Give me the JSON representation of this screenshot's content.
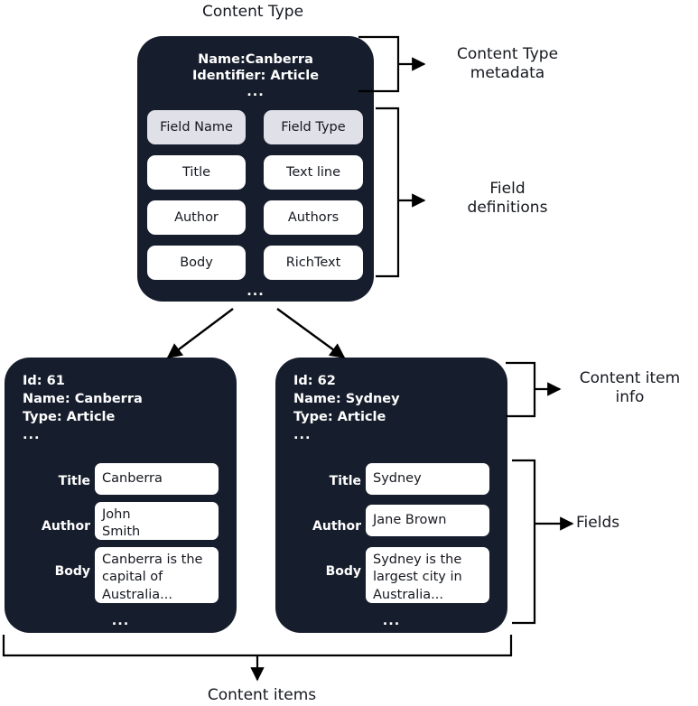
{
  "colors": {
    "card_bg": "#161d2c",
    "page_bg": "#ffffff",
    "header_box_bg": "#e0e1e8",
    "value_box_bg": "#ffffff",
    "text_dark": "#15181f",
    "text_light": "#ffffff",
    "stroke": "#000000"
  },
  "titles": {
    "top": "Content Type",
    "bottom": "Content items"
  },
  "content_type": {
    "metadata": {
      "name_line": "Name:Canberra",
      "identifier_line": "Identifier: Article",
      "ellipsis": "..."
    },
    "table": {
      "headers": [
        "Field Name",
        "Field Type"
      ],
      "rows": [
        [
          "Title",
          "Text line"
        ],
        [
          "Author",
          "Authors"
        ],
        [
          "Body",
          "RichText"
        ]
      ],
      "ellipsis": "..."
    }
  },
  "annotations": {
    "metadata": "Content Type\nmetadata",
    "field_definitions": "Field\ndefinitions",
    "content_item_info": "Content item\ninfo",
    "fields": "Fields"
  },
  "content_items": [
    {
      "id_line": "Id: 61",
      "name_line": "Name: Canberra",
      "type_line": "Type: Article",
      "ellipsis_top": "...",
      "fields": [
        {
          "label": "Title",
          "value": "Canberra"
        },
        {
          "label": "Author",
          "value": "John\nSmith"
        },
        {
          "label": "Body",
          "value": "Canberra is the capital of Australia..."
        }
      ],
      "ellipsis_bottom": "..."
    },
    {
      "id_line": "Id: 62",
      "name_line": "Name: Sydney",
      "type_line": "Type: Article",
      "ellipsis_top": "...",
      "fields": [
        {
          "label": "Title",
          "value": "Sydney"
        },
        {
          "label": "Author",
          "value": "Jane Brown"
        },
        {
          "label": "Body",
          "value": "Sydney is the largest city in Australia..."
        }
      ],
      "ellipsis_bottom": "..."
    }
  ]
}
